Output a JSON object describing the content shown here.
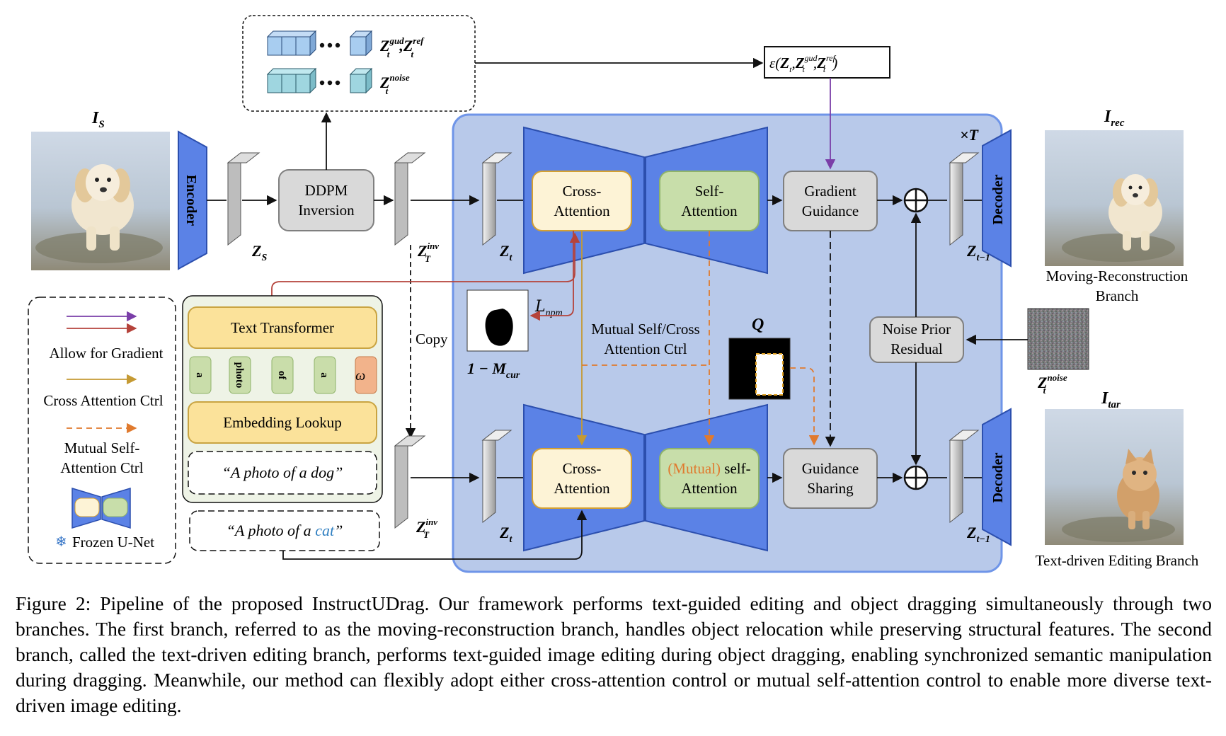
{
  "labels": {
    "input_image": "I",
    "input_image_sub": "S",
    "rec_image": "I",
    "rec_image_sub": "rec",
    "tar_image": "I",
    "tar_image_sub": "tar",
    "encoder": "Encoder",
    "decoder_top": "Decoder",
    "decoder_bottom": "Decoder",
    "zs": "Z",
    "zs_sub": "S",
    "ddpm_line1": "DDPM",
    "ddpm_line2": "Inversion",
    "zinv_top": "Z",
    "zinv_top_sup": "inv",
    "zinv_top_sub": "T",
    "zinv_bottom": "Z",
    "zinv_bottom_sup": "inv",
    "zinv_bottom_sub": "T",
    "latent_gud_ref": "Z_t^gud, Z_t^ref",
    "latent_noise": "Z_t^noise",
    "eps_formula": "ε(Z_t, Z_t^gud, Z_t^ref)",
    "times_t": "×T",
    "zt_top": "Z",
    "zt_top_sub": "t",
    "zt_bottom": "Z",
    "zt_bottom_sub": "t",
    "zt1_top": "Z",
    "zt1_top_sub": "t−1",
    "zt1_bottom": "Z",
    "zt1_bottom_sub": "t−1",
    "cross_attn_top_1": "Cross-",
    "cross_attn_top_2": "Attention",
    "self_attn_top_1": "Self-",
    "self_attn_top_2": "Attention",
    "gradient_guidance_1": "Gradient",
    "gradient_guidance_2": "Guidance",
    "cross_attn_bottom_1": "Cross-",
    "cross_attn_bottom_2": "Attention",
    "mutual_prefix": "(Mutual)",
    "mutual_rest": " self-",
    "mutual_line2": "Attention",
    "guidance_sharing_1": "Guidance",
    "guidance_sharing_2": "Sharing",
    "noise_prior_1": "Noise Prior",
    "noise_prior_2": "Residual",
    "znoise": "Z",
    "znoise_sup": "noise",
    "znoise_sub": "t",
    "moving_branch_1": "Moving-Reconstruction",
    "moving_branch_2": "Branch",
    "text_branch": "Text-driven Editing Branch",
    "mutual_ctrl_1": "Mutual Self/Cross",
    "mutual_ctrl_2": "Attention Ctrl",
    "copy": "Copy",
    "q_label": "Q",
    "l_npm": "L",
    "l_npm_sub": "npm",
    "mask_label": "1 − M",
    "mask_label_sub": "cur",
    "text_transformer": "Text Transformer",
    "embedding_lookup": "Embedding Lookup",
    "tokens": [
      "a",
      "photo",
      "of",
      "a",
      "ω⃗"
    ],
    "prompt_dog": "“A photo of a dog”",
    "prompt_cat_prefix": "“A photo of a ",
    "prompt_cat_word": "cat",
    "prompt_cat_suffix": "”",
    "legend_gradient": "Allow for Gradient",
    "legend_cross": "Cross Attention Ctrl",
    "legend_mutual_1": "Mutual Self-",
    "legend_mutual_2": "Attention Ctrl",
    "legend_frozen": "Frozen U-Net",
    "legend_snowflake": "❄"
  },
  "caption": "Figure 2: Pipeline of the proposed InstructUDrag. Our framework performs text-guided editing and object dragging simultaneously through two branches. The first branch, referred to as the moving-reconstruction branch, handles object relocation while preserving structural features. The second branch, called the text-driven editing branch, performs text-guided image editing during object dragging, enabling synchronized semantic manipulation during dragging. Meanwhile, our method can flexibly adopt either cross-attention control or mutual self-attention control to enable more diverse text-driven image editing.",
  "colors": {
    "panel_bg": "#b8c9ea",
    "panel_border": "#6f95e8",
    "unet_blue": "#5b82e6",
    "cross_fill": "#fdf3d6",
    "cross_border": "#d4a032",
    "self_fill": "#c8deaa",
    "self_border": "#8fb36a",
    "gray_box": "#d9d9d9",
    "gray_border": "#7f7f7f",
    "text_panel": "#eef3e6",
    "yellow_box": "#fbe29a",
    "yellow_border": "#c9a442",
    "token_green": "#c9ddaa",
    "token_orange": "#f2b38b",
    "gradient_arrow": "#7a3ea8",
    "red_arrow": "#b5433b",
    "cross_ctrl_arrow": "#c59a33",
    "mutual_ctrl_arrow": "#e07a2e",
    "cat_word": "#2f7fc1",
    "mutual_word": "#e07a2e",
    "latent_blue": "#a8cdf0",
    "latent_cyan": "#9fd6e0"
  }
}
